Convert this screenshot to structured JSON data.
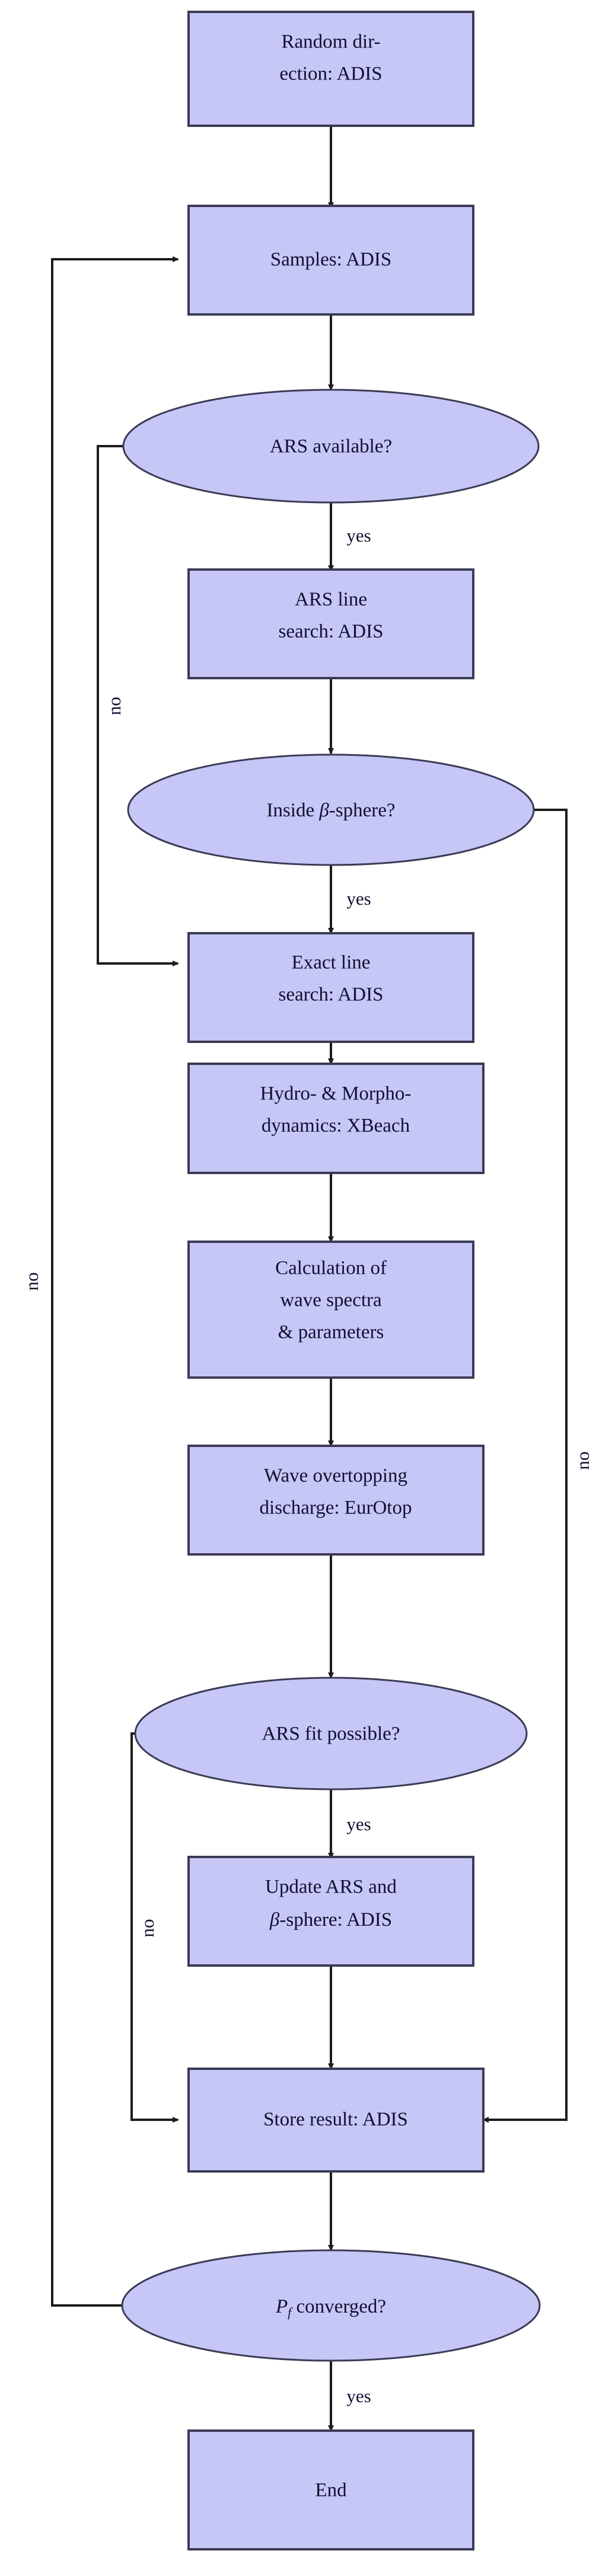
{
  "diagram": {
    "title": "Probabilistic dune erosion / overtopping assessment flowchart",
    "colors": {
      "node_fill": "#c6c6f7",
      "node_border": "#3b3b55",
      "edge": "#1c1c1c",
      "text": "#101030",
      "background": "#ffffff"
    },
    "nodes": [
      {
        "id": "random-direction",
        "shape": "rect",
        "lines": [
          "Random dir-",
          "ection: ADIS"
        ]
      },
      {
        "id": "samples",
        "shape": "rect",
        "lines": [
          "Samples: ADIS"
        ]
      },
      {
        "id": "ars-available",
        "shape": "ellipse",
        "lines": [
          "ARS available?"
        ]
      },
      {
        "id": "ars-line-search",
        "shape": "rect",
        "lines": [
          "ARS line",
          "search: ADIS"
        ]
      },
      {
        "id": "inside-beta",
        "shape": "ellipse",
        "lines": [
          "Inside β-sphere?"
        ]
      },
      {
        "id": "exact-line-search",
        "shape": "rect",
        "lines": [
          "Exact line",
          "search: ADIS"
        ]
      },
      {
        "id": "hydro-morpho",
        "shape": "rect",
        "lines": [
          "Hydro- & Morpho-",
          "dynamics: XBeach"
        ]
      },
      {
        "id": "wave-spectra",
        "shape": "rect",
        "lines": [
          "Calculation of",
          "wave spectra",
          "& parameters"
        ]
      },
      {
        "id": "overtopping",
        "shape": "rect",
        "lines": [
          "Wave overtopping",
          "discharge: EurOtop"
        ]
      },
      {
        "id": "ars-fit",
        "shape": "ellipse",
        "lines": [
          "ARS fit possible?"
        ]
      },
      {
        "id": "update-ars",
        "shape": "rect",
        "lines": [
          "Update ARS and",
          "β-sphere: ADIS"
        ]
      },
      {
        "id": "store-result",
        "shape": "rect",
        "lines": [
          "Store result: ADIS"
        ]
      },
      {
        "id": "pf-converged",
        "shape": "ellipse",
        "lines": [
          "P_f converged?"
        ]
      },
      {
        "id": "end",
        "shape": "rect",
        "lines": [
          "End"
        ]
      }
    ],
    "edge_labels": {
      "ars_available_yes": "yes",
      "ars_available_no": "no",
      "inside_beta_yes": "yes",
      "inside_beta_no": "no",
      "ars_fit_yes": "yes",
      "ars_fit_no": "no",
      "pf_converged_yes": "yes",
      "pf_converged_no": "no"
    },
    "edges": [
      {
        "from": "random-direction",
        "to": "samples",
        "label": ""
      },
      {
        "from": "samples",
        "to": "ars-available",
        "label": ""
      },
      {
        "from": "ars-available",
        "to": "ars-line-search",
        "label": "yes"
      },
      {
        "from": "ars-available",
        "to": "exact-line-search",
        "label": "no"
      },
      {
        "from": "ars-line-search",
        "to": "inside-beta",
        "label": ""
      },
      {
        "from": "inside-beta",
        "to": "exact-line-search",
        "label": "yes"
      },
      {
        "from": "inside-beta",
        "to": "store-result",
        "label": "no"
      },
      {
        "from": "exact-line-search",
        "to": "hydro-morpho",
        "label": ""
      },
      {
        "from": "hydro-morpho",
        "to": "wave-spectra",
        "label": ""
      },
      {
        "from": "wave-spectra",
        "to": "overtopping",
        "label": ""
      },
      {
        "from": "overtopping",
        "to": "ars-fit",
        "label": ""
      },
      {
        "from": "ars-fit",
        "to": "update-ars",
        "label": "yes"
      },
      {
        "from": "ars-fit",
        "to": "store-result",
        "label": "no"
      },
      {
        "from": "update-ars",
        "to": "store-result",
        "label": ""
      },
      {
        "from": "store-result",
        "to": "pf-converged",
        "label": ""
      },
      {
        "from": "pf-converged",
        "to": "end",
        "label": "yes"
      },
      {
        "from": "pf-converged",
        "to": "samples",
        "label": "no"
      }
    ],
    "text": {
      "random_direction_l1": "Random dir-",
      "random_direction_l2": "ection: ADIS",
      "samples": "Samples: ADIS",
      "ars_available": "ARS available?",
      "ars_line_search_l1": "ARS line",
      "ars_line_search_l2": "search: ADIS",
      "inside_beta_pre": "Inside ",
      "inside_beta_beta": "β",
      "inside_beta_post": "-sphere?",
      "exact_line_search_l1": "Exact line",
      "exact_line_search_l2": "search: ADIS",
      "hydro_morpho_l1": "Hydro- & Morpho-",
      "hydro_morpho_l2": "dynamics: XBeach",
      "wave_spectra_l1": "Calculation of",
      "wave_spectra_l2": "wave spectra",
      "wave_spectra_l3": "& parameters",
      "overtopping_l1": "Wave overtopping",
      "overtopping_l2": "discharge: EurOtop",
      "ars_fit": "ARS fit possible?",
      "update_ars_l1": "Update ARS and",
      "update_ars_beta": "β",
      "update_ars_l2_post": "-sphere: ADIS",
      "store_result": "Store result: ADIS",
      "pf_p": "P",
      "pf_sub": "f",
      "pf_post": " converged?",
      "end": "End",
      "yes": "yes",
      "no": "no"
    }
  }
}
